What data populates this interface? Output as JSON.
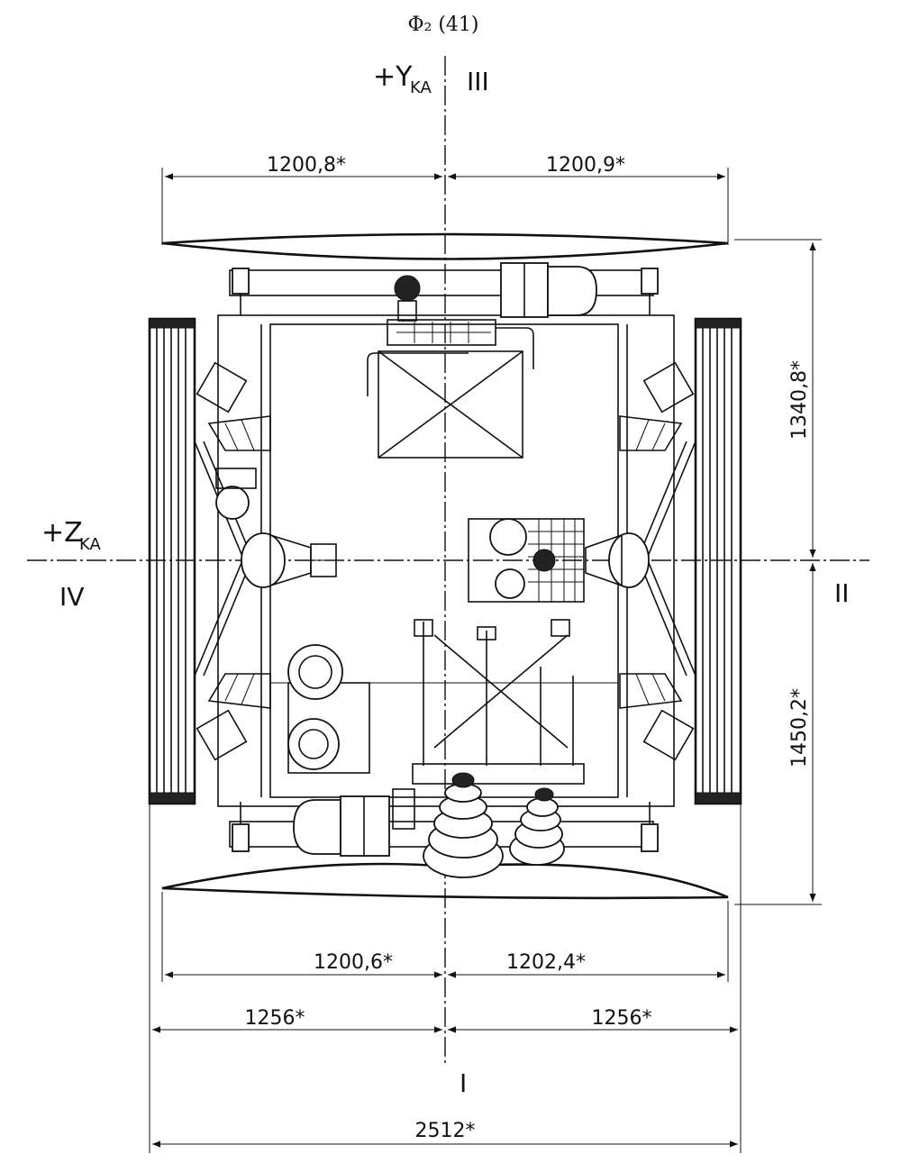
{
  "title": "Φ₂ (41)",
  "axes": {
    "plus_y": "+Y",
    "plus_y_sub": "KA",
    "plus_z": "+Z",
    "plus_z_sub": "KA"
  },
  "quadrants": {
    "top": "III",
    "left": "IV",
    "right": "II",
    "bottom": "I"
  },
  "dimensions": {
    "top_left": "1200,8*",
    "top_right": "1200,9*",
    "right_upper": "1340,8*",
    "right_lower": "1450,2*",
    "bottom1_left": "1200,6*",
    "bottom1_right": "1202,4*",
    "bottom2_left": "1256*",
    "bottom2_right": "1256*",
    "overall": "2512*"
  }
}
